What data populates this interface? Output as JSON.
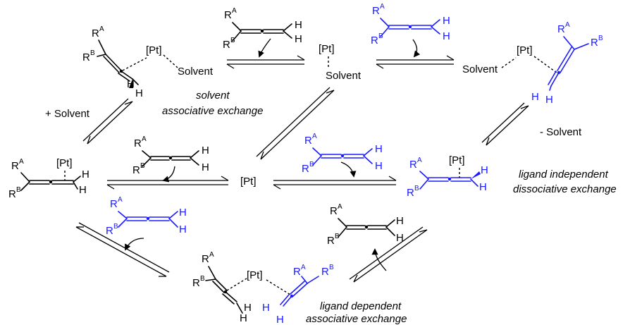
{
  "colors": {
    "black": "#000000",
    "blue": "#1a1aff"
  },
  "labels": {
    "RA": "R",
    "RA_sup": "A",
    "RB": "R",
    "RB_sup": "B",
    "H": "H",
    "Pt": "[Pt]",
    "Solvent": "Solvent"
  },
  "condition_plus_solvent": "+ Solvent",
  "condition_minus_solvent": "- Solvent",
  "mechanisms": {
    "solvent_line1": "solvent",
    "solvent_line2": "associative exchange",
    "indep_line1": "ligand independent",
    "indep_line2": "dissociative exchange",
    "dep_line1": "ligand dependent",
    "dep_line2": "associative exchange"
  }
}
